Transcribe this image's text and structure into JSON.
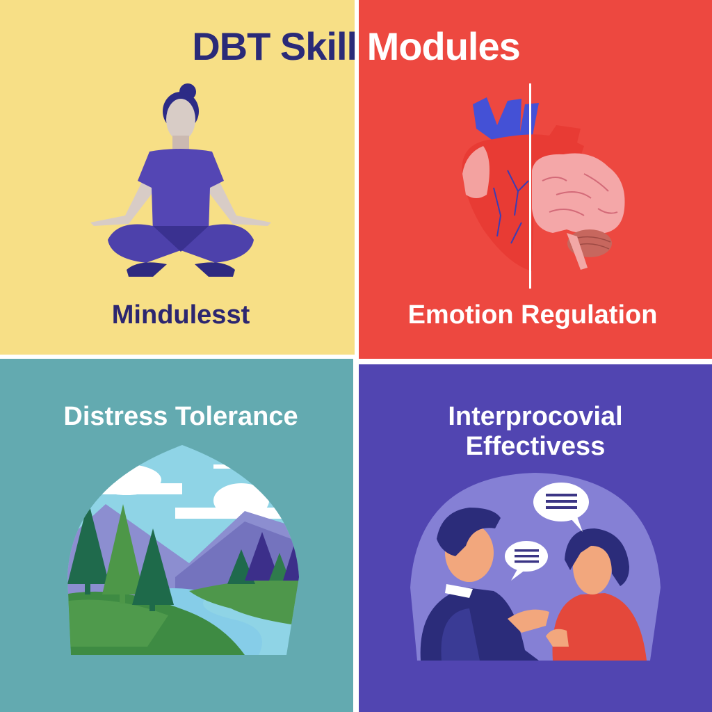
{
  "title": {
    "part1": "DBT Skill",
    "part2": "Modules"
  },
  "modules": [
    {
      "label": "Mindulesst",
      "icon": "meditating-person-icon",
      "background": "#f7df86"
    },
    {
      "label": "Emotion Regulation",
      "icon": "heart-brain-icon",
      "background": "#ed4840"
    },
    {
      "label": "Distress Tolerance",
      "icon": "mountain-landscape-icon",
      "background": "#63aab0"
    },
    {
      "label_line1": "Interprocovial",
      "label_line2": "Effectivess",
      "icon": "conversation-icon",
      "background": "#5145b1"
    }
  ],
  "colors": {
    "title_dark": "#2a2a78",
    "title_light": "#ffffff",
    "divider": "#ffffff"
  }
}
